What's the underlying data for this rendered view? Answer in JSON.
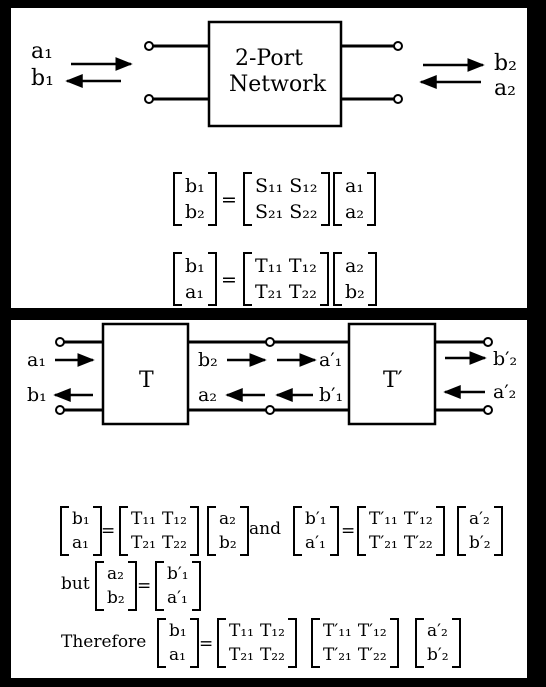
{
  "top": {
    "network_label_1": "2-Port",
    "network_label_2": "Network",
    "a1": "a₁",
    "b1": "b₁",
    "b2": "b₂",
    "a2": "a₂",
    "s_eq": {
      "lhs": [
        "b₁",
        "b₂"
      ],
      "mat": [
        "S₁₁",
        "S₁₂",
        "S₂₁",
        "S₂₂"
      ],
      "rhs": [
        "a₁",
        "a₂"
      ],
      "eq": "="
    },
    "t_eq": {
      "lhs": [
        "b₁",
        "a₁"
      ],
      "mat": [
        "T₁₁",
        "T₁₂",
        "T₂₁",
        "T₂₂"
      ],
      "rhs": [
        "a₂",
        "b₂"
      ],
      "eq": "="
    }
  },
  "bottom": {
    "box1": "T",
    "box2": "T′",
    "a1": "a₁",
    "b1": "b₁",
    "b2": "b₂",
    "a2": "a₂",
    "a1p": "a′₁",
    "b1p": "b′₁",
    "b2p": "b′₂",
    "a2p": "a′₂",
    "eq1": {
      "lhs": [
        "b₁",
        "a₁"
      ],
      "mat": [
        "T₁₁",
        "T₁₂",
        "T₂₁",
        "T₂₂"
      ],
      "rhs": [
        "a₂",
        "b₂"
      ],
      "eq": "="
    },
    "and": "and",
    "eq2": {
      "lhs": [
        "b′₁",
        "a′₁"
      ],
      "mat": [
        "T′₁₁",
        "T′₁₂",
        "T′₂₁",
        "T′₂₂"
      ],
      "rhs": [
        "a′₂",
        "b′₂"
      ],
      "eq": "="
    },
    "but": "but",
    "eq3": {
      "lhs": [
        "a₂",
        "b₂"
      ],
      "rhs": [
        "b′₁",
        "a′₁"
      ],
      "eq": "="
    },
    "therefore": "Therefore",
    "eq4": {
      "lhs": [
        "b₁",
        "a₁"
      ],
      "mat1": [
        "T₁₁",
        "T₁₂",
        "T₂₁",
        "T₂₂"
      ],
      "mat2": [
        "T′₁₁",
        "T′₁₂",
        "T′₂₁",
        "T′₂₂"
      ],
      "rhs": [
        "a′₂",
        "b′₂"
      ],
      "eq": "="
    }
  }
}
